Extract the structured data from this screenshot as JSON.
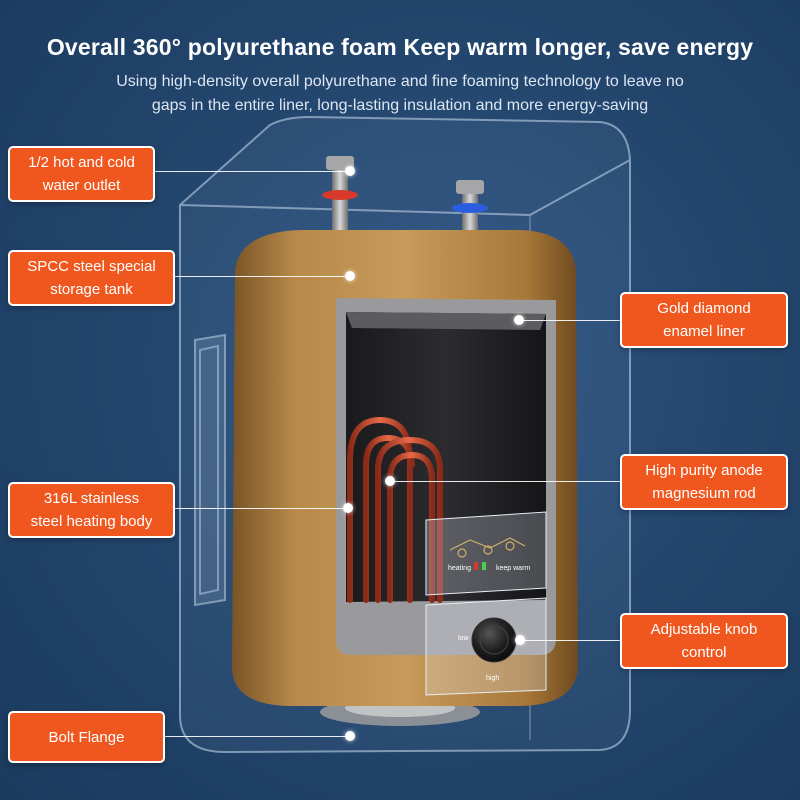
{
  "header": {
    "title": "Overall 360° polyurethane foam Keep warm longer, save energy",
    "subtitle_line1": "Using high-density overall polyurethane and fine foaming technology to leave no",
    "subtitle_line2": "gaps in the entire liner, long-lasting insulation and more energy-saving"
  },
  "callouts": {
    "outlet": {
      "line1": "1/2 hot and cold",
      "line2": "water outlet"
    },
    "tank": {
      "line1": "SPCC steel special",
      "line2": "storage tank"
    },
    "heating": {
      "line1": "316L stainless",
      "line2": "steel heating body"
    },
    "flange": {
      "line1": "Bolt Flange"
    },
    "liner": {
      "line1": "Gold diamond",
      "line2": "enamel liner"
    },
    "anode": {
      "line1": "High purity anode",
      "line2": "magnesium rod"
    },
    "knob": {
      "line1": "Adjustable knob",
      "line2": "control"
    }
  },
  "panel": {
    "heating_label": "heating",
    "keep_warm_label": "keep warm",
    "low_label": "low",
    "high_label": "high"
  },
  "colors": {
    "background": "#24476f",
    "callout": "#f0571f",
    "tank": "#b8894a",
    "heating_rod": "#c8452a"
  }
}
